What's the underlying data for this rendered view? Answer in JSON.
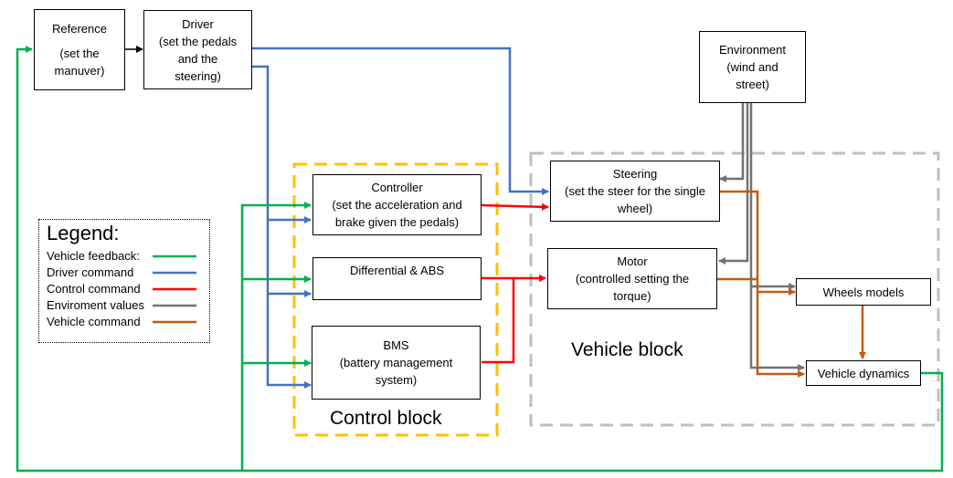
{
  "boxes": {
    "reference": {
      "lines": [
        "Reference",
        "",
        "(set the",
        "manuver)"
      ]
    },
    "driver": {
      "lines": [
        "Driver",
        "(set the pedals",
        "and the",
        "steering)"
      ]
    },
    "environment": {
      "lines": [
        "Environment",
        "(wind and",
        "street)"
      ]
    },
    "controller": {
      "lines": [
        "Controller",
        "(set the acceleration and",
        "brake given the pedals)"
      ]
    },
    "differential": {
      "lines": [
        "Differential & ABS"
      ]
    },
    "bms": {
      "lines": [
        "BMS",
        "(battery management",
        "system)"
      ]
    },
    "steering": {
      "lines": [
        "Steering",
        "(set the steer for the single",
        "wheel)"
      ]
    },
    "motor": {
      "lines": [
        "Motor",
        "(controlled setting the",
        "torque)"
      ]
    },
    "wheels": {
      "lines": [
        "Wheels models"
      ]
    },
    "dynamics": {
      "lines": [
        "Vehicle dynamics"
      ]
    }
  },
  "blocks": {
    "control": {
      "label": "Control block",
      "color": "#FFC000"
    },
    "vehicle": {
      "label": "Vehicle block",
      "color": "#BFBFBF"
    }
  },
  "legend": {
    "title": "Legend:",
    "items": [
      {
        "label": "Vehicle feedback:",
        "color": "#00B050"
      },
      {
        "label": "Driver command",
        "color": "#4472C4"
      },
      {
        "label": "Control command",
        "color": "#FF0000"
      },
      {
        "label": "Enviroment values",
        "color": "#767171"
      },
      {
        "label": "Vehicle command",
        "color": "#C55A11"
      }
    ]
  }
}
